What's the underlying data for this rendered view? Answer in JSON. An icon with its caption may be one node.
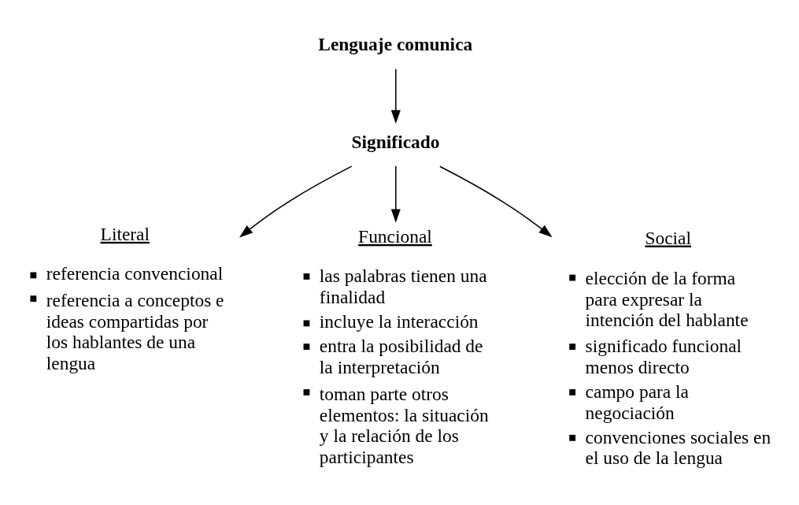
{
  "diagram": {
    "nodes": [
      {
        "text": [
          "Lenguaje comunica"
        ]
      },
      {
        "text": [
          "Significado"
        ]
      },
      {
        "text": [
          "Literal",
          "referencia convencional",
          "referencia a conceptos e ideas compartidas por los hablantes de una lengua"
        ]
      },
      {
        "text": [
          "Funcional",
          "las palabras tienen una finalidad",
          "incluye la interacción",
          "entra la posibilidad de la interpretación",
          "toman parte otros elementos: la situación y la relación de los participantes"
        ]
      },
      {
        "text": [
          "Social",
          "elección de la forma para expresar la intención del hablante",
          "significado funcional menos directo",
          "campo para la negociación",
          "convenciones sociales en el uso de la lengua"
        ]
      }
    ],
    "edges": [
      {
        "from": 0,
        "to": 1,
        "arrow": "to"
      },
      {
        "from": 1,
        "to": 2,
        "arrow": "to"
      },
      {
        "from": 1,
        "to": 3,
        "arrow": "to"
      },
      {
        "from": 1,
        "to": 4,
        "arrow": "to"
      }
    ]
  }
}
